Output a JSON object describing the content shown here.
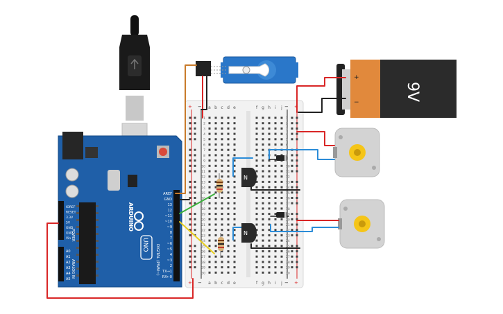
{
  "arduino": {
    "brand": "ARDUINO",
    "model": "UNO",
    "power_header_label": "POWER",
    "analog_header_label": "ANALOG IN",
    "digital_header_label": "DIGITAL (PWM~)",
    "power_pins": [
      "IOREF",
      "RESET",
      "3.3V",
      "5V",
      "GND",
      "GND",
      "Vin"
    ],
    "analog_pins": [
      "A0",
      "A1",
      "A2",
      "A3",
      "A4",
      "A5"
    ],
    "digital_pins": [
      "AREF",
      "GND",
      "13",
      "12",
      "~11",
      "~10",
      "~9",
      "8",
      "7",
      "~6",
      "~5",
      "4",
      "~3",
      "2",
      "TX→1",
      "RX←0"
    ]
  },
  "battery": {
    "label": "9V",
    "plus": "+",
    "minus": "−"
  },
  "breadboard": {
    "columns_left": [
      "a",
      "b",
      "c",
      "d",
      "e"
    ],
    "columns_right": [
      "f",
      "g",
      "h",
      "i",
      "j"
    ],
    "rail_plus": "+",
    "rail_minus": "−",
    "row_numbers": [
      "1",
      "2",
      "3",
      "4",
      "5",
      "6",
      "7",
      "8",
      "9",
      "10",
      "11",
      "12",
      "13",
      "14",
      "15",
      "16",
      "17",
      "18",
      "19",
      "20",
      "21",
      "22",
      "23",
      "24",
      "25",
      "26",
      "27",
      "28",
      "29",
      "30"
    ]
  },
  "transistors": [
    {
      "label": "N"
    },
    {
      "label": "N"
    }
  ],
  "colors": {
    "board": "#1f5fa8",
    "breadboard": "#f2f2f2",
    "battery_orange": "#e1893c",
    "battery_black": "#2b2b2b",
    "servo": "#2a77c9",
    "wire_red": "#d92626",
    "wire_blue": "#2b8cd8",
    "wire_black": "#222222",
    "wire_green": "#3db23d",
    "wire_yellow": "#e8cf1f",
    "wire_orange": "#c87a2a"
  }
}
